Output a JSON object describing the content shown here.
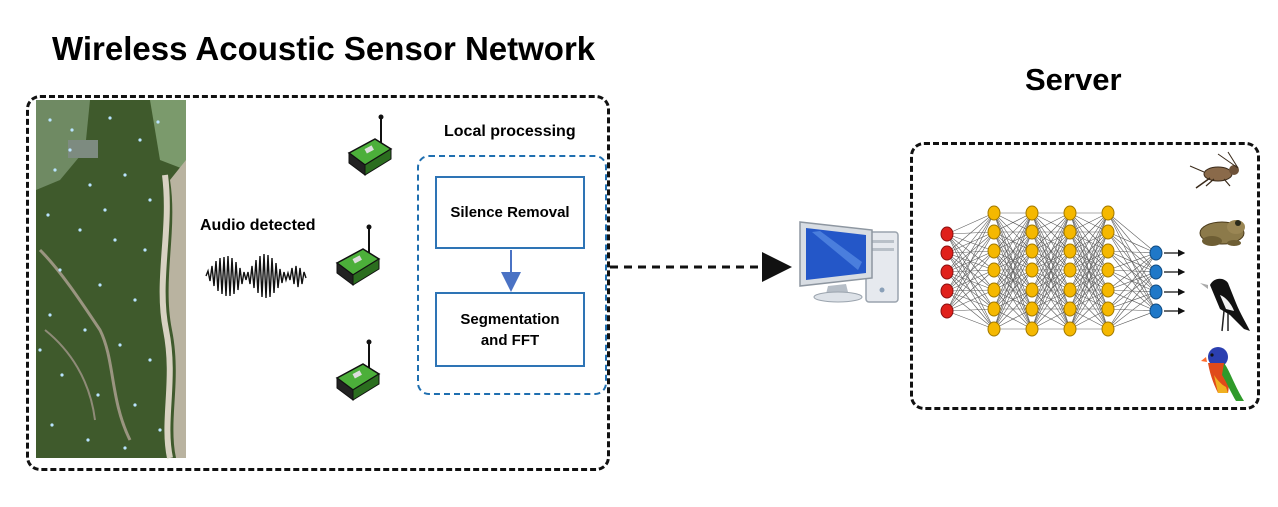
{
  "titles": {
    "left": "Wireless Acoustic Sensor Network",
    "right": "Server"
  },
  "labels": {
    "audio_detected": "Audio detected",
    "local_processing": "Local processing"
  },
  "steps": {
    "silence_removal": "Silence Removal",
    "segmentation_line1": "Segmentation",
    "segmentation_line2": "and FFT"
  },
  "icons": {
    "map": "aerial-map-icon",
    "waveform": "audio-waveform-icon",
    "sensor": "sensor-node-icon",
    "computer": "computer-icon",
    "neural_network": "neural-network-icon",
    "species": [
      "cricket-icon",
      "frog-icon",
      "magpie-icon",
      "lorikeet-icon"
    ]
  },
  "colors": {
    "accent_blue": "#2e74b5",
    "input_neuron": "#e0201b",
    "hidden_neuron": "#f5b800",
    "output_neuron": "#1f78c8",
    "sensor_green": "#3e9d2e"
  }
}
